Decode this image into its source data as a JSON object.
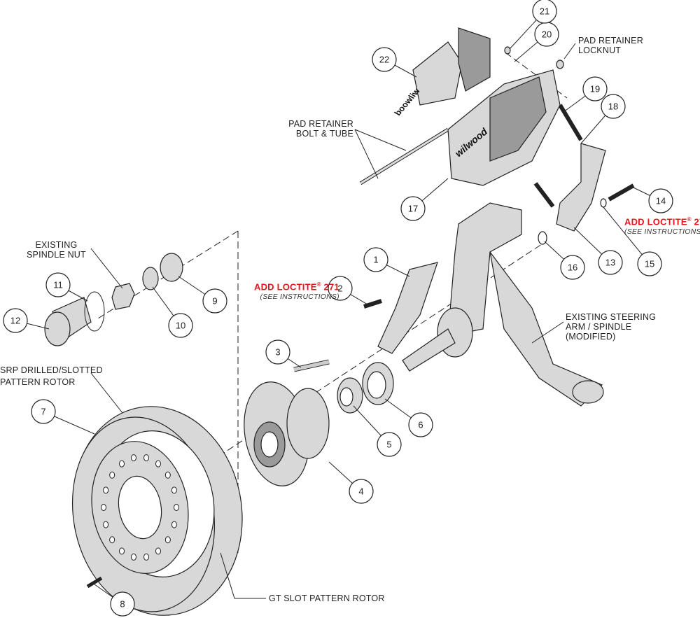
{
  "callouts": [
    "1",
    "2",
    "3",
    "4",
    "5",
    "6",
    "7",
    "8",
    "9",
    "10",
    "11",
    "12",
    "13",
    "14",
    "15",
    "16",
    "17",
    "18",
    "19",
    "20",
    "21",
    "22"
  ],
  "labels": {
    "pad_retainer_locknut": [
      "PAD RETAINER",
      "LOCKNUT"
    ],
    "pad_retainer_bolt_tube": [
      "PAD RETAINER",
      "BOLT & TUBE"
    ],
    "existing_spindle_nut": [
      "EXISTING",
      "SPINDLE NUT"
    ],
    "existing_steering_arm": [
      "EXISTING STEERING",
      "ARM / SPINDLE",
      "(MODIFIED)"
    ],
    "srp_rotor": [
      "SRP DRILLED/SLOTTED",
      "PATTERN ROTOR"
    ],
    "gt_rotor": "GT SLOT PATTERN ROTOR",
    "loctite": {
      "text": "ADD LOCTITE",
      "reg": "®",
      "num": " 271",
      "note": "(SEE INSTRUCTIONS)"
    }
  },
  "logos": {
    "caliper_brand": "wilwood",
    "pad_brand": "wilwood"
  },
  "colors": {
    "accent_red": "#e8141c",
    "part_fill": "#d8d8d8",
    "line": "#222222"
  }
}
